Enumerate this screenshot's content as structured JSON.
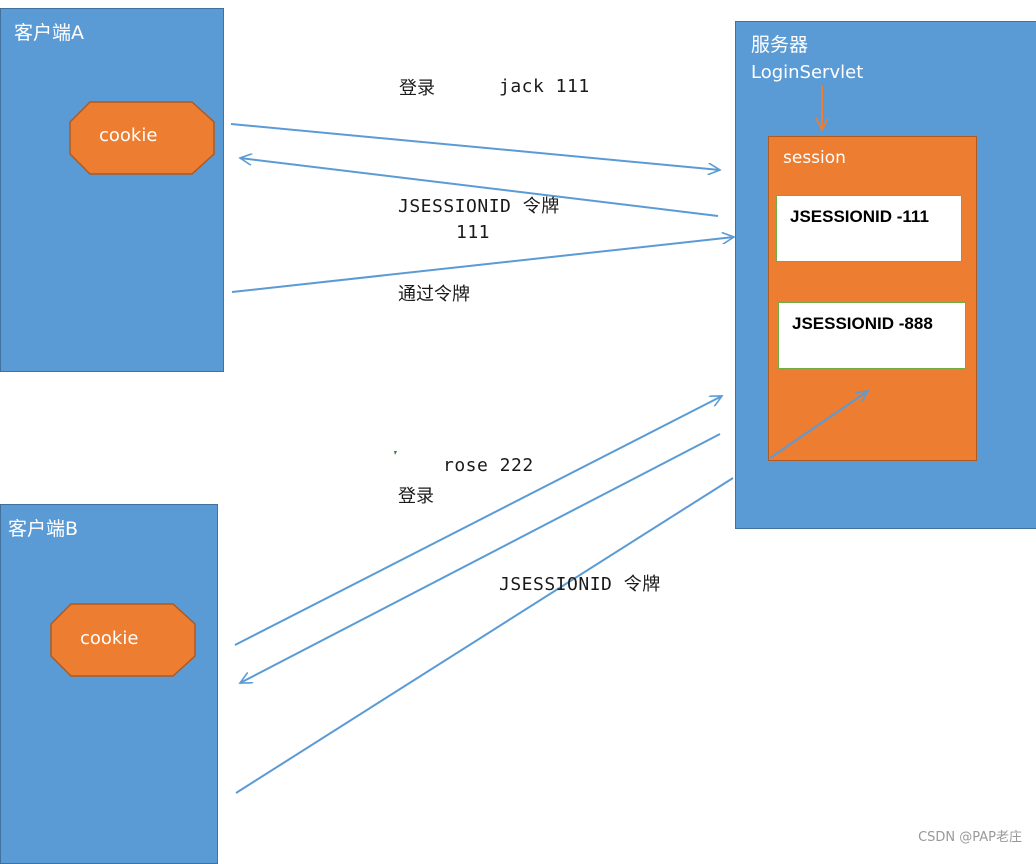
{
  "client_a": {
    "title": "客户端A",
    "cookie_label": "cookie"
  },
  "client_b": {
    "title": "客户端B",
    "cookie_label": "cookie"
  },
  "server": {
    "title": "服务器",
    "servlet": "LoginServlet",
    "session_label": "session",
    "sessions": [
      "JSESSIONID -111",
      "JSESSIONID -888"
    ]
  },
  "messages": {
    "login_a_label": "登录",
    "login_a_user": "jack 111",
    "token_a_label": "JSESSIONID 令牌",
    "token_a_value": "111",
    "pass_token": "通过令牌",
    "login_b_user": "rose  222",
    "login_b_label": "登录",
    "token_b_label": "JSESSIONID 令牌"
  },
  "watermark": "CSDN @PAP老庄",
  "colors": {
    "box_fill": "#5b9bd5",
    "session_fill": "#ed7d31",
    "arrow": "#5b9bd5",
    "card_border": "#70ad47"
  }
}
